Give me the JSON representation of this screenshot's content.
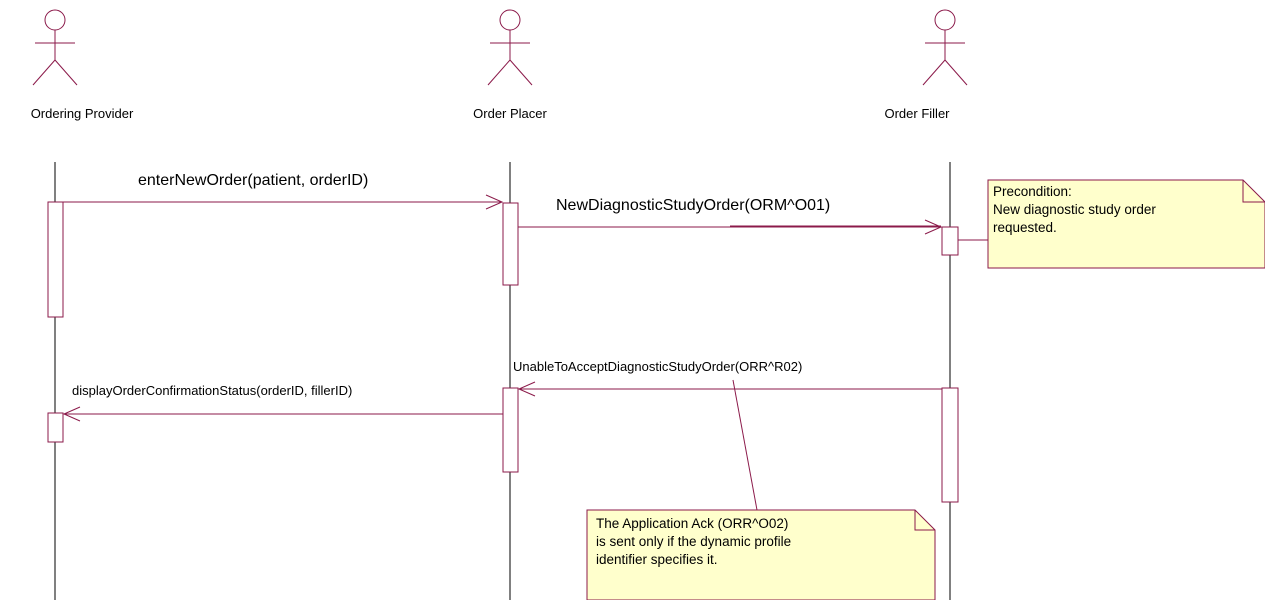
{
  "actors": [
    {
      "name": "Ordering Provider"
    },
    {
      "name": "Order Placer"
    },
    {
      "name": "Order Filler"
    }
  ],
  "messages": [
    {
      "label": "enterNewOrder(patient, orderID)"
    },
    {
      "label": "NewDiagnosticStudyOrder(ORM^O01)"
    },
    {
      "label": "UnableToAcceptDiagnosticStudyOrder(ORR^R02)"
    },
    {
      "label": "displayOrderConfirmationStatus(orderID, fillerID)"
    }
  ],
  "notes": [
    {
      "text": "Precondition:\nNew diagnostic study order\nrequested."
    },
    {
      "text": "The Application Ack (ORR^O02)\nis sent only  if the dynamic profile\nidentifier specifies it."
    }
  ],
  "colors": {
    "line": "#8b1a4a",
    "note_fill": "#ffffcc",
    "lifeline": "#000000"
  }
}
